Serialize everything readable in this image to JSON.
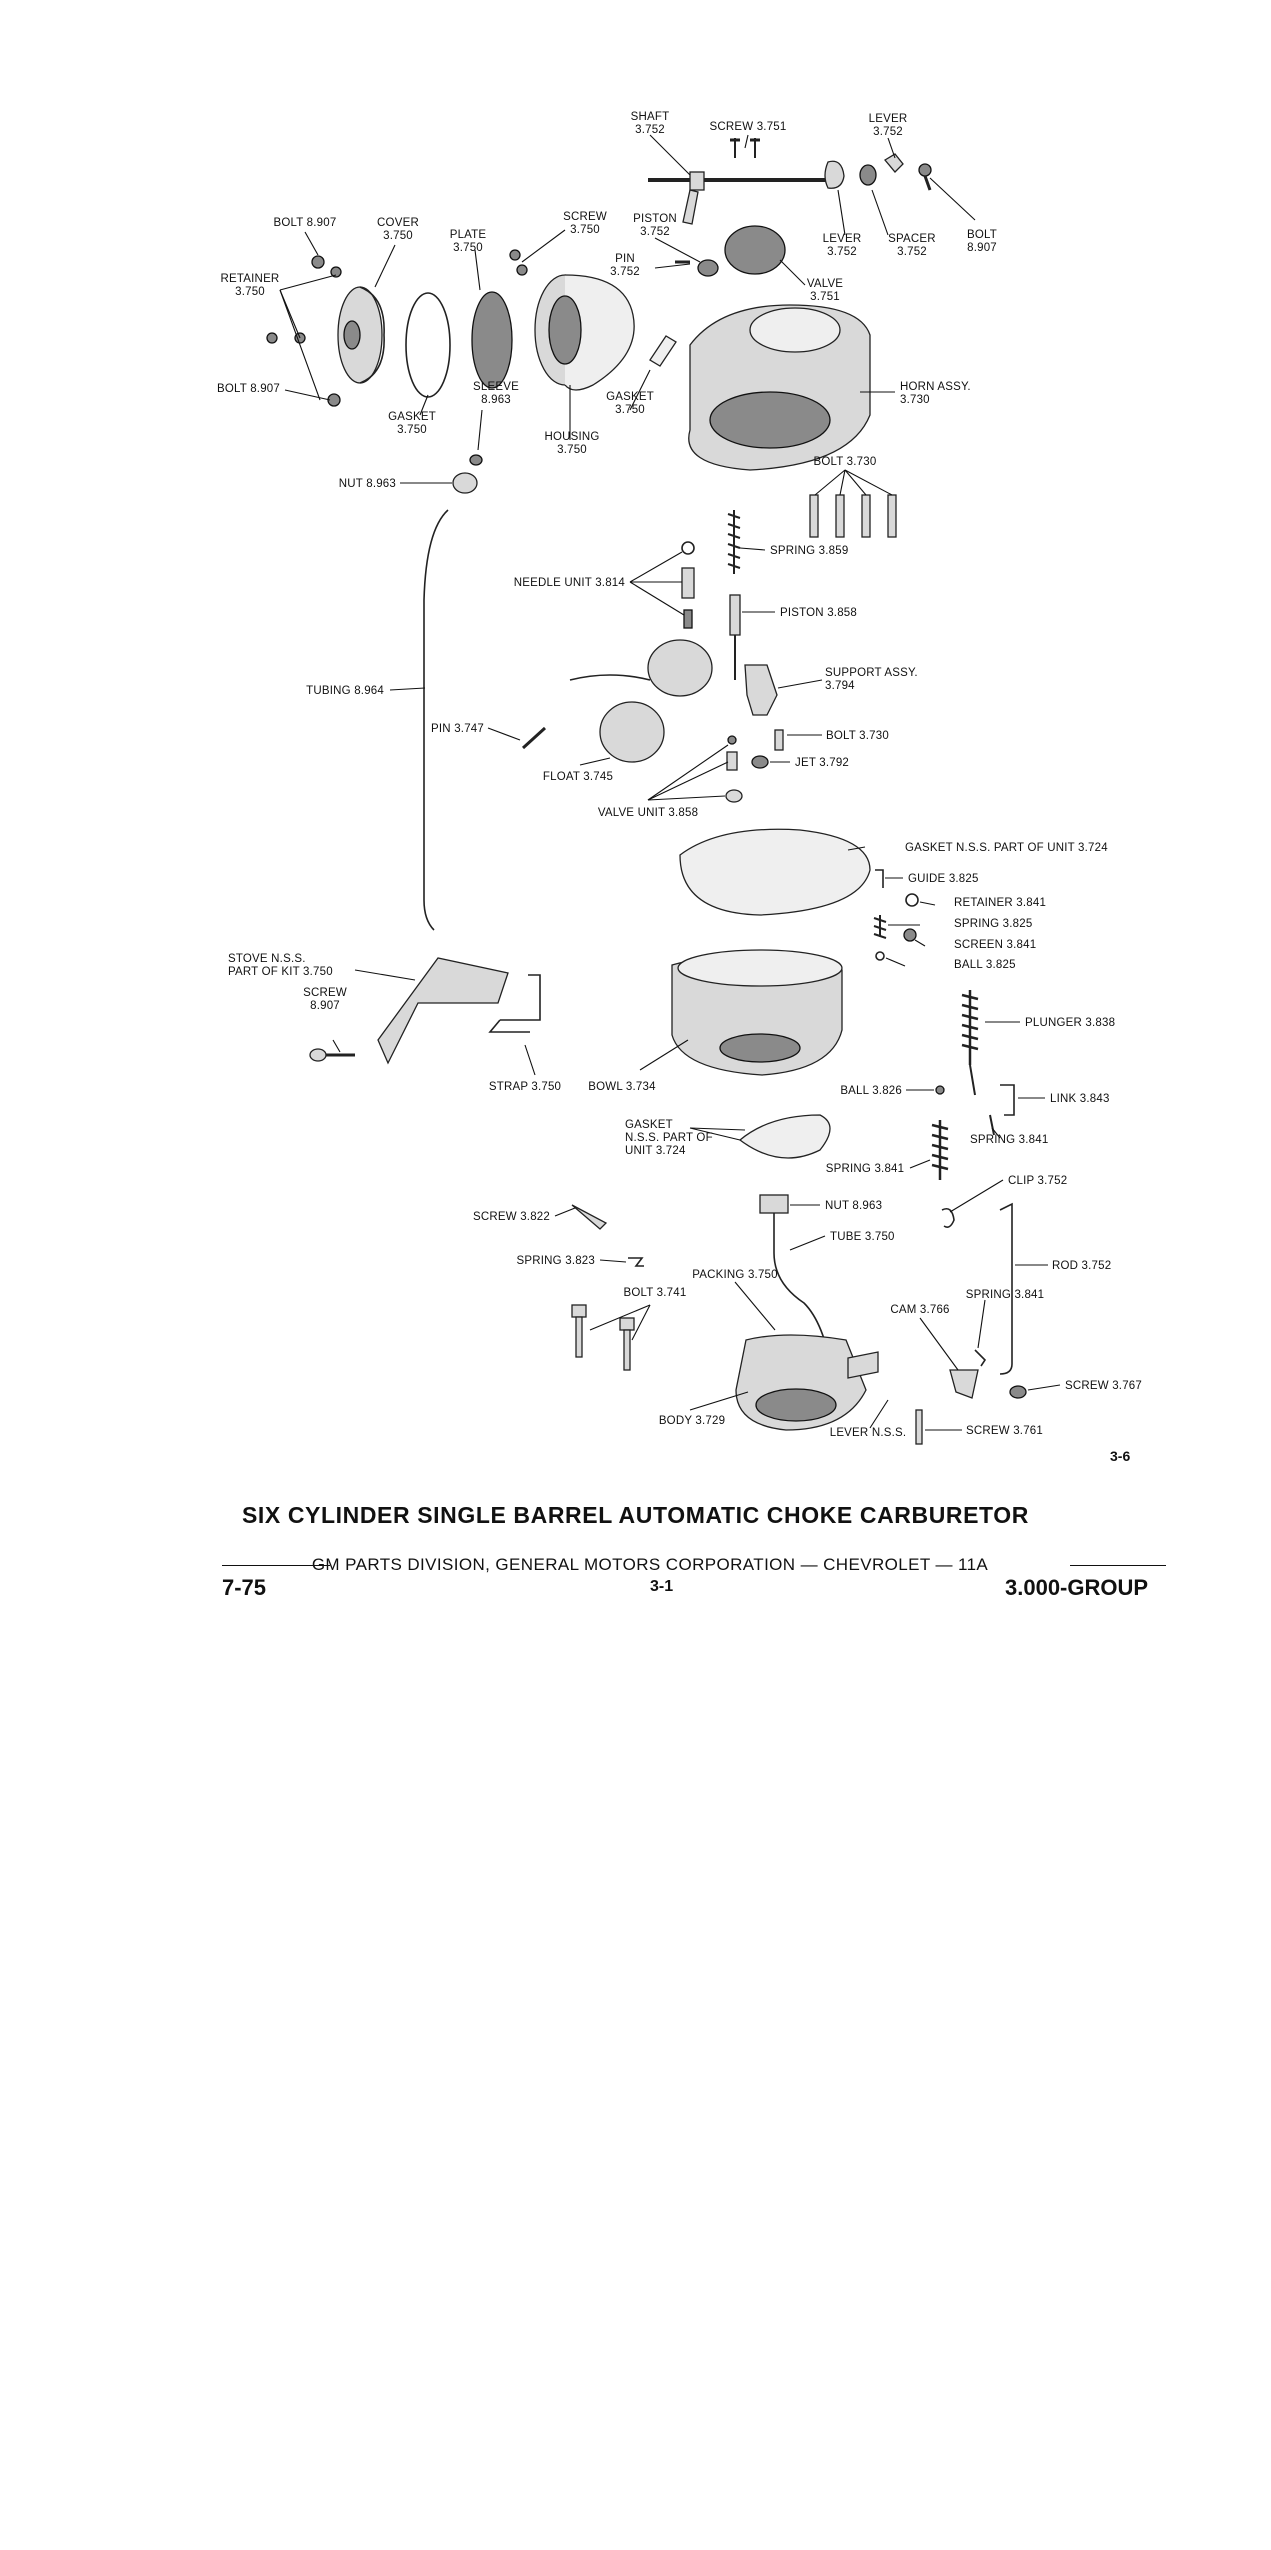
{
  "labels": [
    {
      "key": "shaft",
      "lines": [
        "SHAFT",
        "3.752"
      ],
      "align": "c"
    },
    {
      "key": "screw3751",
      "lines": [
        "SCREW 3.751"
      ],
      "align": "c"
    },
    {
      "key": "lever_top",
      "lines": [
        "LEVER",
        "3.752"
      ],
      "align": "c"
    },
    {
      "key": "bolt8907_top",
      "lines": [
        "BOLT 8.907"
      ],
      "align": "c"
    },
    {
      "key": "cover",
      "lines": [
        "COVER",
        "3.750"
      ],
      "align": "c"
    },
    {
      "key": "screw3750",
      "lines": [
        "SCREW",
        "3.750"
      ],
      "align": "c"
    },
    {
      "key": "piston3752",
      "lines": [
        "PISTON",
        "3.752"
      ],
      "align": "c"
    },
    {
      "key": "plate",
      "lines": [
        "PLATE",
        "3.750"
      ],
      "align": "c"
    },
    {
      "key": "lever_mid",
      "lines": [
        "LEVER",
        "3.752"
      ],
      "align": "c"
    },
    {
      "key": "spacer",
      "lines": [
        "SPACER",
        "3.752"
      ],
      "align": "c"
    },
    {
      "key": "bolt8907_right",
      "lines": [
        "BOLT",
        "8.907"
      ],
      "align": "c"
    },
    {
      "key": "retainer3750",
      "lines": [
        "RETAINER",
        "3.750"
      ],
      "align": "c"
    },
    {
      "key": "pin3752",
      "lines": [
        "PIN",
        "3.752"
      ],
      "align": "c"
    },
    {
      "key": "valve3751",
      "lines": [
        "VALVE",
        "3.751"
      ],
      "align": "c"
    },
    {
      "key": "bolt8907_left",
      "lines": [
        "BOLT 8.907"
      ],
      "align": "r"
    },
    {
      "key": "sleeve",
      "lines": [
        "SLEEVE",
        "8.963"
      ],
      "align": "c"
    },
    {
      "key": "gasket3750_b",
      "lines": [
        "GASKET",
        "3.750"
      ],
      "align": "c"
    },
    {
      "key": "horn",
      "lines": [
        "HORN ASSY.",
        "3.730"
      ],
      "align": "l"
    },
    {
      "key": "gasket3750_a",
      "lines": [
        "GASKET",
        "3.750"
      ],
      "align": "c"
    },
    {
      "key": "housing",
      "lines": [
        "HOUSING",
        "3.750"
      ],
      "align": "c"
    },
    {
      "key": "bolt3730_top",
      "lines": [
        "BOLT 3.730"
      ],
      "align": "c"
    },
    {
      "key": "nut8963_top",
      "lines": [
        "NUT 8.963"
      ],
      "align": "r"
    },
    {
      "key": "spring3859",
      "lines": [
        "SPRING 3.859"
      ],
      "align": "l"
    },
    {
      "key": "needle",
      "lines": [
        "NEEDLE UNIT 3.814"
      ],
      "align": "r"
    },
    {
      "key": "piston3858",
      "lines": [
        "PISTON 3.858"
      ],
      "align": "l"
    },
    {
      "key": "support",
      "lines": [
        "SUPPORT ASSY.",
        "3.794"
      ],
      "align": "l"
    },
    {
      "key": "tubing",
      "lines": [
        "TUBING 8.964"
      ],
      "align": "r"
    },
    {
      "key": "pin3747",
      "lines": [
        "PIN 3.747"
      ],
      "align": "r"
    },
    {
      "key": "bolt3730_mid",
      "lines": [
        "BOLT 3.730"
      ],
      "align": "l"
    },
    {
      "key": "jet",
      "lines": [
        "JET 3.792"
      ],
      "align": "l"
    },
    {
      "key": "float",
      "lines": [
        "FLOAT 3.745"
      ],
      "align": "c"
    },
    {
      "key": "valve_unit",
      "lines": [
        "VALVE UNIT 3.858"
      ],
      "align": "c"
    },
    {
      "key": "gasket_nss_top",
      "lines": [
        "GASKET N.S.S. PART OF UNIT 3.724"
      ],
      "align": "l"
    },
    {
      "key": "guide",
      "lines": [
        "GUIDE 3.825"
      ],
      "align": "l"
    },
    {
      "key": "retainer3841",
      "lines": [
        "RETAINER 3.841"
      ],
      "align": "l"
    },
    {
      "key": "spring3825",
      "lines": [
        "SPRING 3.825"
      ],
      "align": "l"
    },
    {
      "key": "screen",
      "lines": [
        "SCREEN 3.841"
      ],
      "align": "l"
    },
    {
      "key": "ball3825",
      "lines": [
        "BALL 3.825"
      ],
      "align": "l"
    },
    {
      "key": "stove",
      "lines": [
        "STOVE N.S.S.",
        "PART OF KIT 3.750"
      ],
      "align": "l"
    },
    {
      "key": "screw8907",
      "lines": [
        "SCREW",
        "8.907"
      ],
      "align": "c"
    },
    {
      "key": "plunger",
      "lines": [
        "PLUNGER 3.838"
      ],
      "align": "l"
    },
    {
      "key": "strap",
      "lines": [
        "STRAP 3.750"
      ],
      "align": "c"
    },
    {
      "key": "bowl",
      "lines": [
        "BOWL 3.734"
      ],
      "align": "c"
    },
    {
      "key": "ball3826",
      "lines": [
        "BALL 3.826"
      ],
      "align": "r"
    },
    {
      "key": "link",
      "lines": [
        "LINK 3.843"
      ],
      "align": "l"
    },
    {
      "key": "spring3841_a",
      "lines": [
        "SPRING 3.841"
      ],
      "align": "l"
    },
    {
      "key": "gasket_nss_mid",
      "lines": [
        "GASKET",
        "N.S.S. PART OF",
        "UNIT 3.724"
      ],
      "align": "l"
    },
    {
      "key": "spring3841_b",
      "lines": [
        "SPRING 3.841"
      ],
      "align": "c"
    },
    {
      "key": "clip",
      "lines": [
        "CLIP 3.752"
      ],
      "align": "l"
    },
    {
      "key": "screw3822",
      "lines": [
        "SCREW 3.822"
      ],
      "align": "r"
    },
    {
      "key": "nut8963_bot",
      "lines": [
        "NUT 8.963"
      ],
      "align": "l"
    },
    {
      "key": "tube",
      "lines": [
        "TUBE 3.750"
      ],
      "align": "l"
    },
    {
      "key": "rod",
      "lines": [
        "ROD 3.752"
      ],
      "align": "l"
    },
    {
      "key": "spring3823",
      "lines": [
        "SPRING 3.823"
      ],
      "align": "r"
    },
    {
      "key": "packing",
      "lines": [
        "PACKING 3.750"
      ],
      "align": "c"
    },
    {
      "key": "bolt3741",
      "lines": [
        "BOLT 3.741"
      ],
      "align": "c"
    },
    {
      "key": "spring3841_c",
      "lines": [
        "SPRING 3.841"
      ],
      "align": "c"
    },
    {
      "key": "cam",
      "lines": [
        "CAM 3.766"
      ],
      "align": "c"
    },
    {
      "key": "screw3767",
      "lines": [
        "SCREW 3.767"
      ],
      "align": "l"
    },
    {
      "key": "body",
      "lines": [
        "BODY 3.729"
      ],
      "align": "c"
    },
    {
      "key": "lever_nss",
      "lines": [
        "LEVER N.S.S."
      ],
      "align": "c"
    },
    {
      "key": "screw3761",
      "lines": [
        "SCREW 3.761"
      ],
      "align": "l"
    }
  ],
  "figure_number": "3-6",
  "caption": "SIX CYLINDER SINGLE BARREL AUTOMATIC CHOKE CARBURETOR",
  "footer": {
    "division": "GM PARTS DIVISION, GENERAL MOTORS CORPORATION — CHEVROLET — 11A",
    "left": "7-75",
    "center": "3-1",
    "right": "3.000-GROUP"
  }
}
